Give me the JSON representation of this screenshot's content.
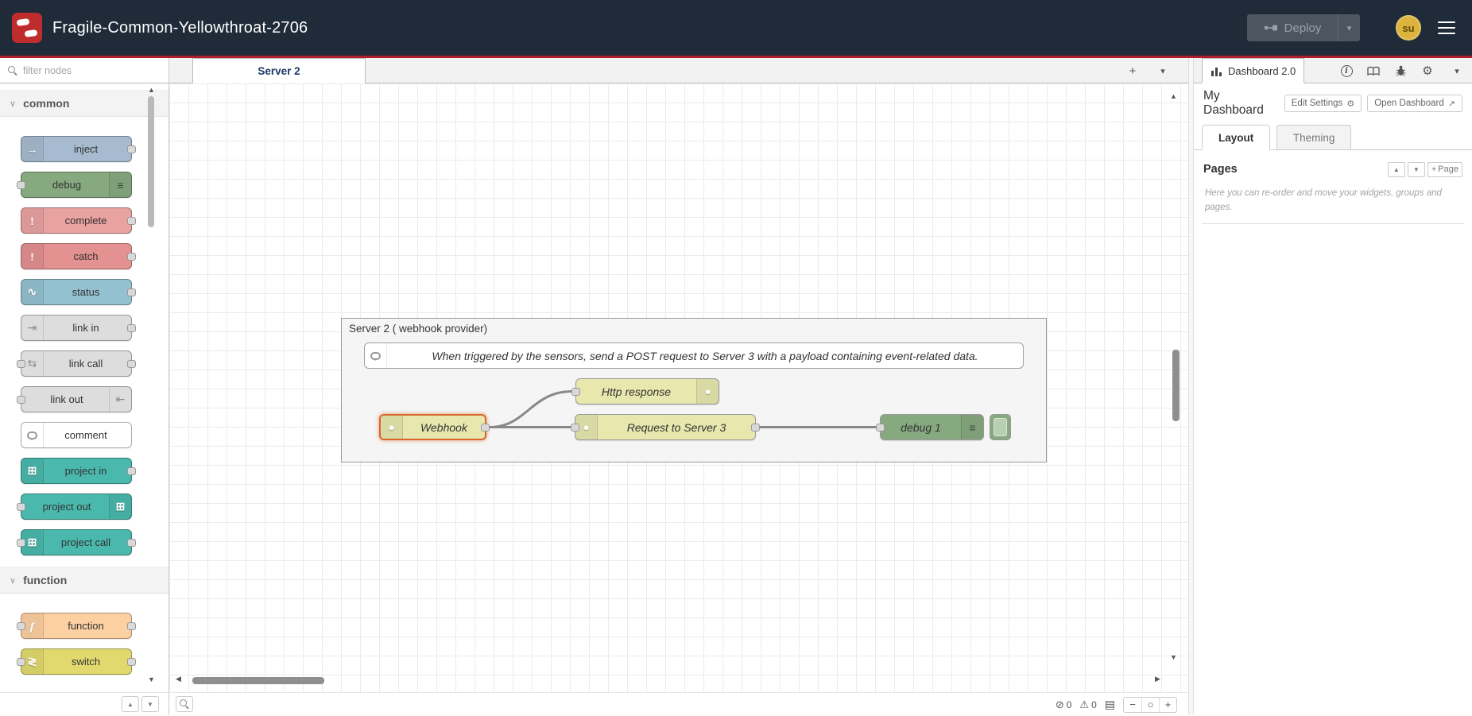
{
  "header": {
    "title": "Fragile-Common-Yellowthroat-2706",
    "deploy": {
      "label": "Deploy"
    },
    "user_initials": "su"
  },
  "palette": {
    "filter_placeholder": "filter nodes",
    "categories": [
      {
        "label": "common",
        "nodes": [
          {
            "label": "inject",
            "color": "#a6bbcf",
            "glyph": "→"
          },
          {
            "label": "debug",
            "color": "#87a980",
            "glyph": "≡"
          },
          {
            "label": "complete",
            "color": "#e8a2a0",
            "glyph": "!"
          },
          {
            "label": "catch",
            "color": "#e49191",
            "glyph": "!"
          },
          {
            "label": "status",
            "color": "#94c1d0",
            "glyph": "∿"
          },
          {
            "label": "link in",
            "color": "#dddddd",
            "glyph": "⇥"
          },
          {
            "label": "link call",
            "color": "#dddddd",
            "glyph": "⇆"
          },
          {
            "label": "link out",
            "color": "#dddddd",
            "glyph": "⇤"
          },
          {
            "label": "comment",
            "color": "#ffffff",
            "glyph": ""
          },
          {
            "label": "project in",
            "color": "#4ab8ac",
            "glyph": "⊞"
          },
          {
            "label": "project out",
            "color": "#4ab8ac",
            "glyph": "⊞"
          },
          {
            "label": "project call",
            "color": "#4ab8ac",
            "glyph": "⊞"
          }
        ]
      },
      {
        "label": "function",
        "nodes": [
          {
            "label": "function",
            "color": "#fdd0a2",
            "glyph": "ƒ"
          },
          {
            "label": "switch",
            "color": "#e2d96e",
            "glyph": "≷"
          }
        ]
      }
    ]
  },
  "workspace": {
    "tab_label": "Server 2",
    "group_title": "Server 2 ( webhook provider)",
    "comment_text": "When triggered by the sensors, send a POST request to Server 3 with a payload containing event-related data.",
    "nodes": {
      "webhook": {
        "label": "Webhook",
        "color": "#e7e7ae"
      },
      "http_response": {
        "label": "Http response",
        "color": "#e7e7ae"
      },
      "request": {
        "label": "Request to Server 3",
        "color": "#e7e7ae"
      },
      "debug": {
        "label": "debug 1",
        "color": "#87a980"
      }
    }
  },
  "sidebar": {
    "active_tab": "Dashboard 2.0",
    "dashboard_name": "My Dashboard",
    "buttons": {
      "edit_settings": "Edit Settings",
      "open_dashboard": "Open Dashboard"
    },
    "tabs": {
      "layout": "Layout",
      "theming": "Theming"
    },
    "pages_label": "Pages",
    "add_page_label": "Page",
    "help_text": "Here you can re-order and move your widgets, groups and pages."
  },
  "statusbar": {
    "error_count": "0",
    "warning_count": "0"
  },
  "icons": {
    "chevron_down": "▾",
    "chevron_cat": "∨",
    "plus": "+",
    "minus": "−",
    "zoom_reset": "○",
    "errors": "⊘",
    "warnings": "⚠",
    "navigator": "▤",
    "up": "▲",
    "down": "▼",
    "left": "◀",
    "right": "▶",
    "gear": "⚙",
    "external_link": "↗",
    "info_letter": "i",
    "node_dot": "●",
    "debug_list": "≡"
  }
}
